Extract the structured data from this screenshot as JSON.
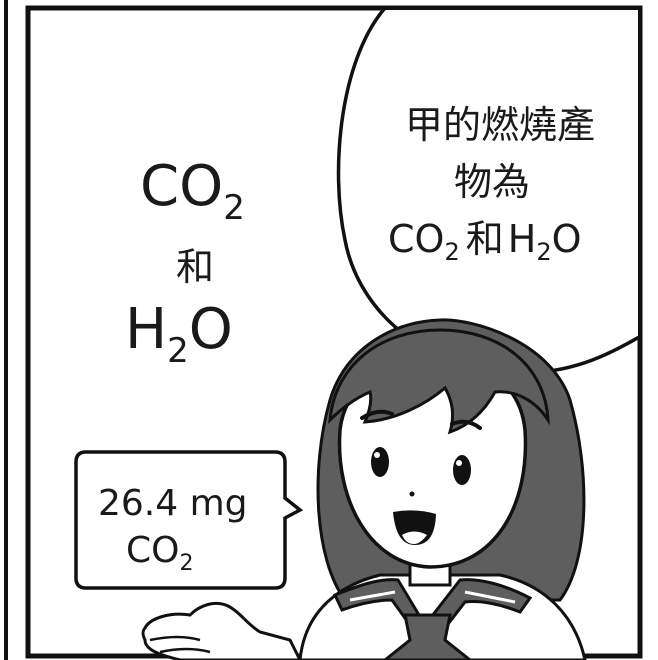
{
  "left_label": {
    "co2": {
      "base": "CO",
      "sub": "2"
    },
    "and": "和",
    "h2o": {
      "pre": "H",
      "sub": "2",
      "post": "O"
    }
  },
  "speech_bubble": {
    "line1": "甲的燃燒產",
    "line2": "物為",
    "line3": {
      "co_base": "CO",
      "co_sub": "2",
      "and": "和",
      "h_pre": "H",
      "h_sub": "2",
      "h_post": "O"
    }
  },
  "callout": {
    "mass": "26.4 mg",
    "co2": {
      "base": "CO",
      "sub": "2"
    }
  },
  "colors": {
    "ink": "#1a1a1a",
    "hair": "#5e5e5e",
    "skin": "#ffffff",
    "panel_border": "#111111"
  }
}
